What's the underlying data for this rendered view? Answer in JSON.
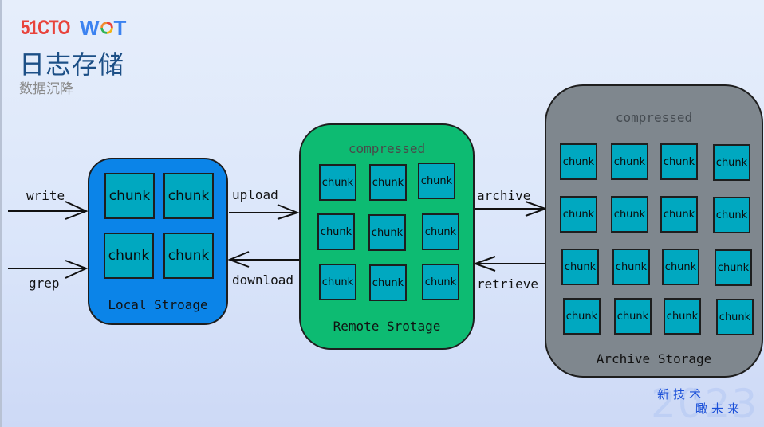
{
  "header": {
    "logo_51cto": "51CTO",
    "logo_wot_w": "W",
    "logo_wot_t": "T",
    "title": "日志存储",
    "subtitle": "数据沉降"
  },
  "colors": {
    "local_storage": "#0b84e8",
    "remote_storage": "#0dbb72",
    "archive_storage": "#7f878e",
    "chunk": "#00a8c0",
    "title": "#1c4f86",
    "logo_red": "#e8433c",
    "logo_blue": "#3b82f0"
  },
  "diagram": {
    "local": {
      "label": "Local Stroage",
      "chunks": [
        "chunk",
        "chunk",
        "chunk",
        "chunk"
      ]
    },
    "remote": {
      "label": "Remote Srotage",
      "compressed_label": "compressed",
      "chunks": [
        "chunk",
        "chunk",
        "chunk",
        "chunk",
        "chunk",
        "chunk",
        "chunk",
        "chunk",
        "chunk"
      ]
    },
    "archive": {
      "label": "Archive Storage",
      "compressed_label": "compressed",
      "chunks": [
        "chunk",
        "chunk",
        "chunk",
        "chunk",
        "chunk",
        "chunk",
        "chunk",
        "chunk",
        "chunk",
        "chunk",
        "chunk",
        "chunk",
        "chunk",
        "chunk",
        "chunk",
        "chunk"
      ]
    },
    "arrows": {
      "write": "write",
      "grep": "grep",
      "upload": "upload",
      "download": "download",
      "archive": "archive",
      "retrieve": "retrieve"
    }
  },
  "footer": {
    "watermark": "2023",
    "slogan_line1": "新技术",
    "slogan_line2": "瞰未来"
  }
}
